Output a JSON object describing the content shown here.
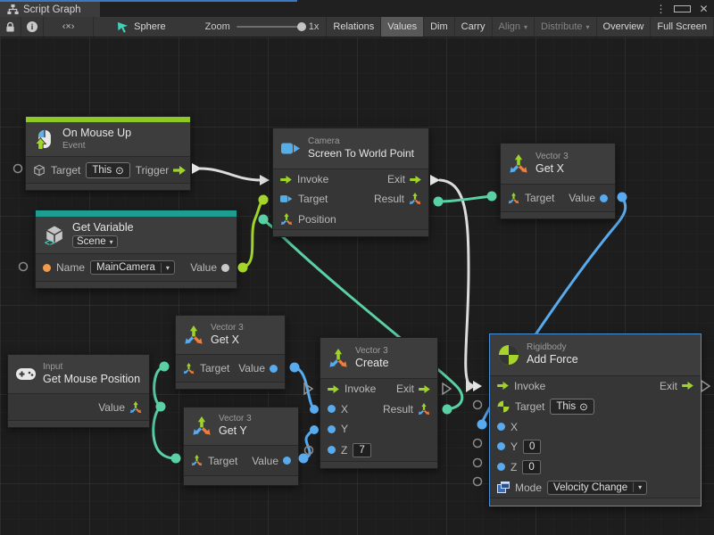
{
  "glyphs": {
    "menu": "⋮",
    "close": "✕",
    "code_button": "‹×›",
    "caret": "▾",
    "target_symbol": "⊙"
  },
  "window": {
    "tab_title": "Script Graph"
  },
  "toolbar": {
    "pointer_label": "Sphere",
    "zoom_label": "Zoom",
    "zoom_value": "1x",
    "buttons": [
      {
        "label": "Relations",
        "state": "normal"
      },
      {
        "label": "Values",
        "state": "active"
      },
      {
        "label": "Dim",
        "state": "normal"
      },
      {
        "label": "Carry",
        "state": "normal"
      },
      {
        "label": "Align",
        "state": "disabled"
      },
      {
        "label": "Distribute",
        "state": "disabled"
      },
      {
        "label": "Overview",
        "state": "normal"
      },
      {
        "label": "Full Screen",
        "state": "normal"
      }
    ]
  },
  "nodes": {
    "on_mouse_up": {
      "title": "On Mouse Up",
      "subtitle": "Event",
      "target_label": "Target",
      "target_value": "This",
      "trigger_label": "Trigger"
    },
    "get_variable": {
      "title": "Get Variable",
      "scope": "Scene",
      "name_label": "Name",
      "name_value": "MainCamera",
      "value_label": "Value"
    },
    "screen_to_world_point": {
      "category": "Camera",
      "title": "Screen To World Point",
      "invoke_label": "Invoke",
      "exit_label": "Exit",
      "target_label": "Target",
      "result_label": "Result",
      "position_label": "Position"
    },
    "get_x_right": {
      "category": "Vector 3",
      "title": "Get X",
      "target_label": "Target",
      "value_label": "Value"
    },
    "get_mouse_position": {
      "category": "Input",
      "title": "Get Mouse Position",
      "value_label": "Value"
    },
    "get_x_mid": {
      "category": "Vector 3",
      "title": "Get X",
      "target_label": "Target",
      "value_label": "Value"
    },
    "get_y": {
      "category": "Vector 3",
      "title": "Get Y",
      "target_label": "Target",
      "value_label": "Value"
    },
    "vector3_create": {
      "category": "Vector 3",
      "title": "Create",
      "invoke_label": "Invoke",
      "exit_label": "Exit",
      "x_label": "X",
      "result_label": "Result",
      "y_label": "Y",
      "z_label": "Z",
      "z_value": "7"
    },
    "add_force": {
      "category": "Rigidbody",
      "title": "Add Force",
      "invoke_label": "Invoke",
      "exit_label": "Exit",
      "target_label": "Target",
      "target_value": "This",
      "x_label": "X",
      "y_label": "Y",
      "y_value": "0",
      "z_label": "Z",
      "z_value": "0",
      "mode_label": "Mode",
      "mode_value": "Velocity Change"
    }
  },
  "colors": {
    "event_accent": "#8ec825",
    "variable_accent": "#1e9e91",
    "flow_wire": "#dcdcdc",
    "teal_wire": "#5ad1a5",
    "blue_wire": "#58abee",
    "lime_port": "#a4d62a",
    "orange_port": "#ef9b4c",
    "selection": "#4a90d9"
  }
}
